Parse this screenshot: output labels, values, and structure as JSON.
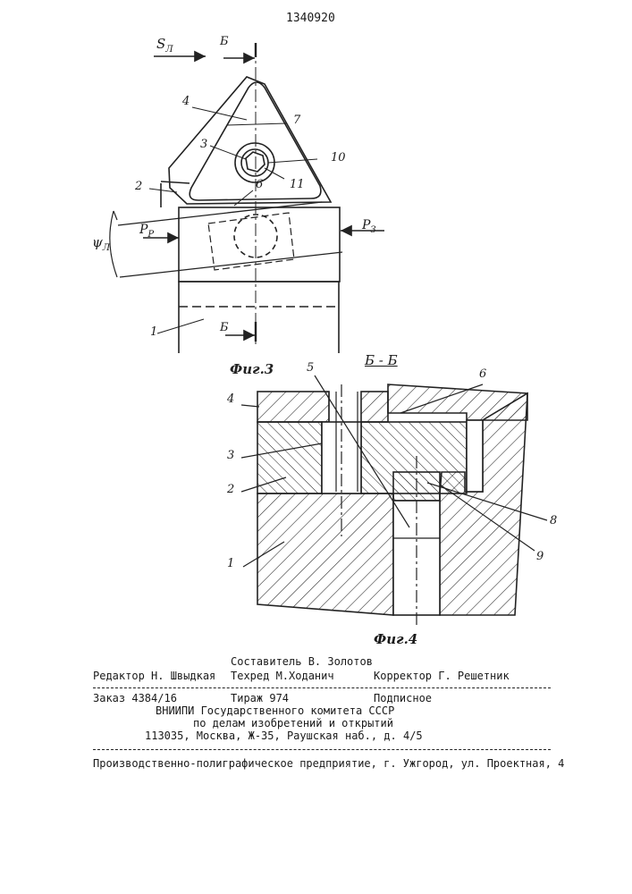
{
  "patent_number": "1340920",
  "fig3": {
    "caption": "Фиг.3",
    "section_mark": "Б",
    "feed_label": "S",
    "feed_sub": "Л",
    "force_left": "P",
    "force_left_sub": "P",
    "force_right": "P",
    "force_right_sub": "З",
    "angle_label": "ψ",
    "angle_sub": "Л",
    "parts": [
      "1",
      "2",
      "3",
      "4",
      "6",
      "7",
      "10",
      "11"
    ]
  },
  "fig4": {
    "caption": "Фиг.4",
    "section_title": "Б - Б",
    "parts": [
      "1",
      "2",
      "3",
      "4",
      "5",
      "6",
      "8",
      "9"
    ]
  },
  "footer": {
    "compiler": "Составитель В. Золотов",
    "editor": "Редактор Н. Швыдкая",
    "techred": "Техред М.Ходанич",
    "corrector": "Корректор Г. Решетник",
    "order": "Заказ 4384/16",
    "circulation": "Тираж 974",
    "subscription": "Подписное",
    "org1": "ВНИИПИ Государственного комитета СССР",
    "org2": "по делам изобретений и открытий",
    "address": "113035, Москва, Ж-35, Раушская наб., д. 4/5",
    "enterprise": "Производственно-полиграфическое предприятие, г. Ужгород, ул. Проектная, 4"
  }
}
